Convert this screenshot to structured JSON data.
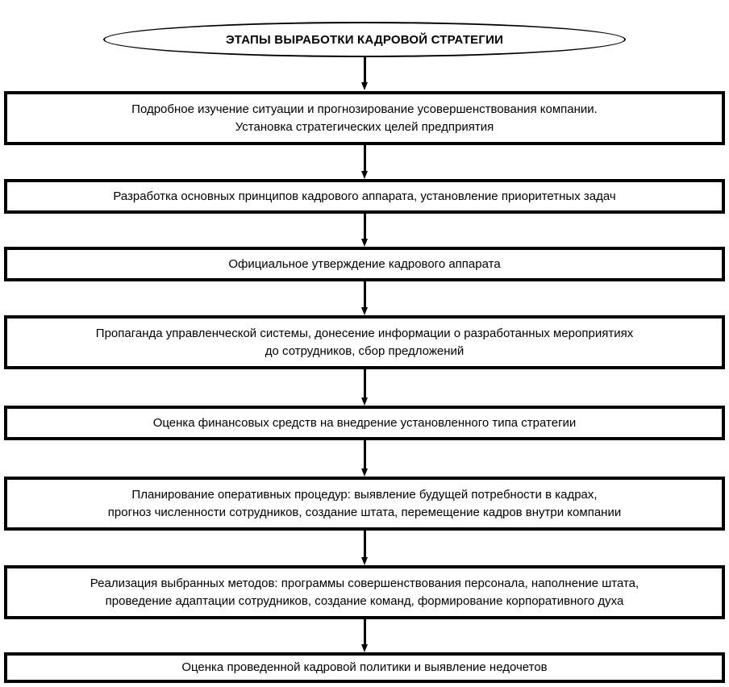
{
  "diagram": {
    "type": "flowchart",
    "orientation": "vertical-top-down",
    "start": {
      "shape": "ellipse",
      "label": "ЭТАПЫ ВЫРАБОТКИ КАДРОВОЙ СТРАТЕГИИ"
    },
    "connector_icon_name": "down-arrow-icon",
    "steps": [
      {
        "index": 1,
        "lines": [
          "Подробное изучение ситуации и прогнозирование усовершенствования компании.",
          "Установка стратегических целей предприятия"
        ]
      },
      {
        "index": 2,
        "lines": [
          "Разработка основных принципов кадрового аппарата, установление приоритетных задач"
        ]
      },
      {
        "index": 3,
        "lines": [
          "Официальное утверждение кадрового аппарата"
        ]
      },
      {
        "index": 4,
        "lines": [
          "Пропаганда управленческой системы, донесение информации о разработанных мероприятиях",
          "до сотрудников, сбор предложений"
        ]
      },
      {
        "index": 5,
        "lines": [
          "Оценка финансовых средств на внедрение установленного типа стратегии"
        ]
      },
      {
        "index": 6,
        "lines": [
          "Планирование оперативных процедур: выявление будущей потребности в кадрах,",
          "прогноз численности сотрудников, создание штата, перемещение кадров внутри компании"
        ]
      },
      {
        "index": 7,
        "lines": [
          "Реализация выбранных методов: программы совершенствования персонала, наполнение штата,",
          "проведение адаптации сотрудников, создание команд, формирование корпоративного духа"
        ]
      },
      {
        "index": 8,
        "lines": [
          "Оценка проведенной кадровой политики и выявление недочетов"
        ]
      }
    ],
    "colors": {
      "stroke": "#000000",
      "fill": "#ffffff",
      "text": "#000000"
    }
  }
}
